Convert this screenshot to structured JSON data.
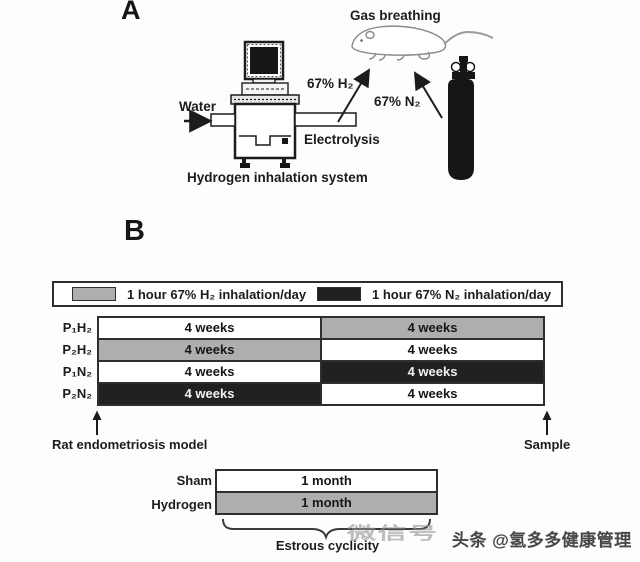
{
  "panel_a": {
    "label": "A",
    "gas_breathing": "Gas breathing",
    "h2_arrow_label": "67% H₂",
    "n2_arrow_label": "67% N₂",
    "water_label": "Water",
    "electrolysis_label": "Electrolysis",
    "system_caption": "Hydrogen inhalation system",
    "figures": {
      "device": "electrolysis-device",
      "animal": "rat",
      "tank": "gas-cylinder"
    }
  },
  "panel_b": {
    "label": "B",
    "legend": {
      "items": [
        {
          "swatch": "gray",
          "label": "1 hour 67% H₂ inhalation/day"
        },
        {
          "swatch": "black",
          "label": "1 hour 67% N₂ inhalation/day"
        }
      ]
    },
    "timeline": {
      "rows": [
        {
          "label": "P₁H₂",
          "segments": [
            {
              "text": "4 weeks",
              "fill": "white"
            },
            {
              "text": "4 weeks",
              "fill": "gray"
            }
          ]
        },
        {
          "label": "P₂H₂",
          "segments": [
            {
              "text": "4 weeks",
              "fill": "gray"
            },
            {
              "text": "4 weeks",
              "fill": "white"
            }
          ]
        },
        {
          "label": "P₁N₂",
          "segments": [
            {
              "text": "4 weeks",
              "fill": "white"
            },
            {
              "text": "4 weeks",
              "fill": "black"
            }
          ]
        },
        {
          "label": "P₂N₂",
          "segments": [
            {
              "text": "4 weeks",
              "fill": "black"
            },
            {
              "text": "4 weeks",
              "fill": "white"
            }
          ]
        }
      ],
      "start_label": "Rat endometriosis model",
      "end_label": "Sample"
    },
    "estrous": {
      "rows": [
        {
          "label": "Sham",
          "text": "1 month",
          "fill": "white"
        },
        {
          "label": "Hydrogen",
          "text": "1 month",
          "fill": "gray"
        }
      ],
      "caption": "Estrous cyclicity"
    }
  },
  "watermarks": {
    "wechat": "微信号",
    "toutiao": "头条 @氢多多健康管理"
  },
  "colors": {
    "bar_gray": "#aeaeae",
    "bar_black": "#212121",
    "border": "#2e2e2e",
    "watermark_gray": "#969696",
    "watermark_dark": "#474747",
    "background": "#fdfdfd"
  }
}
